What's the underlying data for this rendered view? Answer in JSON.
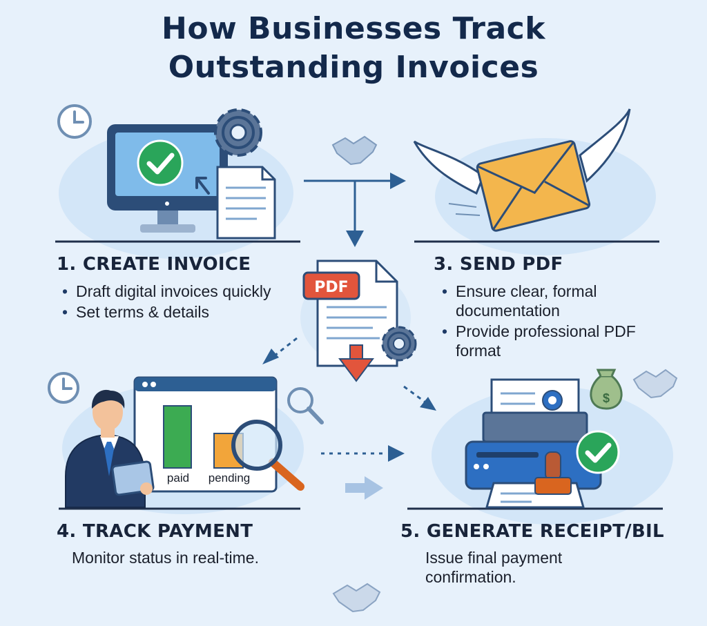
{
  "title": {
    "line1": "How Businesses Track",
    "line2": "Outstanding Invoices"
  },
  "steps": [
    {
      "heading": "1. CREATE INVOICE",
      "bullets": [
        "Draft digital invoices quickly",
        "Set terms & details"
      ],
      "icons": [
        "clock-icon",
        "monitor-icon",
        "check-circle-icon",
        "gear-icon",
        "document-icon"
      ]
    },
    {
      "heading": "3. SEND PDF",
      "bullets": [
        "Ensure clear, formal documentation",
        "Provide professional PDF format"
      ],
      "icons": [
        "winged-envelope-icon",
        "handshake-icon"
      ]
    },
    {
      "heading": "4. TRACK PAYMENT",
      "description": "Monitor status in real-time.",
      "chart_labels": [
        "paid",
        "pending"
      ],
      "icons": [
        "clock-icon",
        "businessman-icon",
        "tablet-icon",
        "magnifier-icon",
        "search-icon"
      ]
    },
    {
      "heading": "5. GENERATE RECEIPT/BIL",
      "description": "Issue final payment confirmation.",
      "icons": [
        "printer-icon",
        "receipt-icon",
        "stamp-icon",
        "check-circle-icon",
        "money-bag-icon",
        "handshake-icon"
      ]
    }
  ],
  "pdf_badge": "PDF",
  "colors": {
    "background": "#e7f1fb",
    "title": "#13294b",
    "accent_blue": "#2d5f93",
    "check_green": "#2aa55a",
    "envelope": "#f3b64d",
    "pdf_red": "#e2553c",
    "paid_bar": "#3cab52",
    "pending_bar": "#f2a53a"
  }
}
